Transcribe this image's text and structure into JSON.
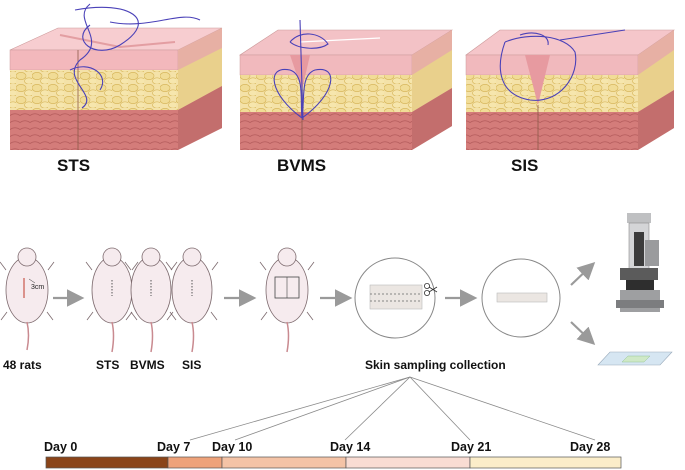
{
  "technique_labels": [
    "STS",
    "BVMS",
    "SIS"
  ],
  "rats_label": "48 rats",
  "incision_length": "3cm",
  "group_labels": [
    "STS",
    "BVMS",
    "SIS"
  ],
  "sampling_label": "Skin sampling collection",
  "timeline": {
    "days": [
      "Day 0",
      "Day 7",
      "Day 10",
      "Day 14",
      "Day 21",
      "Day 28"
    ],
    "segment_colors": [
      "#8a4419",
      "#eea27a",
      "#f4c3a6",
      "#f9dcd3",
      "#fbedc9"
    ]
  }
}
